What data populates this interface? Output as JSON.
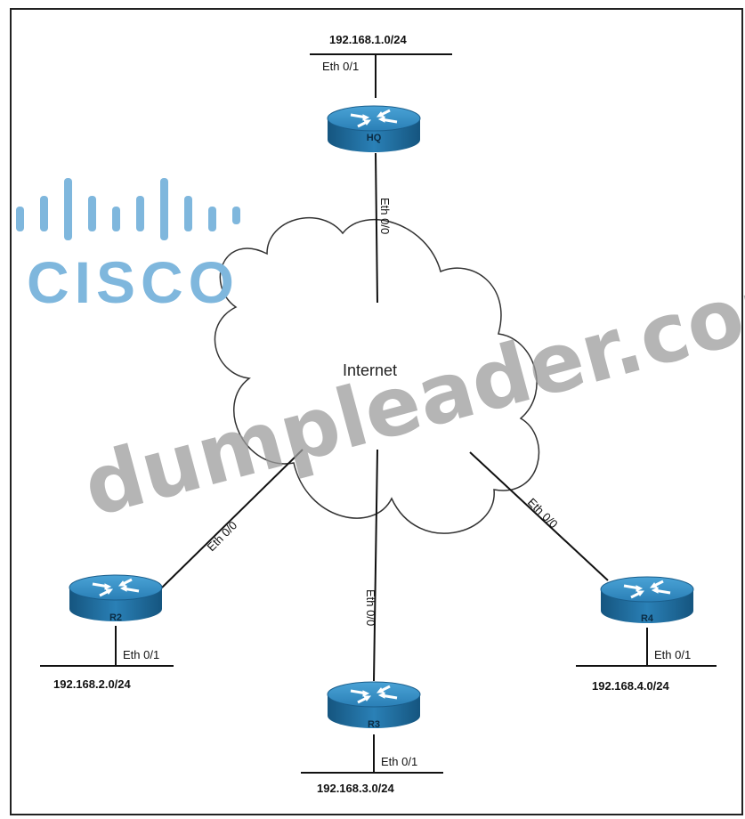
{
  "diagram": {
    "cloud_label": "Internet",
    "routers": [
      {
        "name": "HQ"
      },
      {
        "name": "R2"
      },
      {
        "name": "R3"
      },
      {
        "name": "R4"
      }
    ],
    "networks": [
      "192.168.1.0/24",
      "192.168.2.0/24",
      "192.168.3.0/24",
      "192.168.4.0/24"
    ],
    "interfaces": {
      "lan": "Eth 0/1",
      "wan": "Eth 0/0"
    }
  },
  "watermark": {
    "text": "dumpleader.com"
  },
  "logo": {
    "text": "CISCO",
    "color": "#7fb7dd"
  },
  "colors": {
    "router_fill": "#1f6fa3",
    "router_top": "#3d95c8",
    "line": "#111111"
  }
}
